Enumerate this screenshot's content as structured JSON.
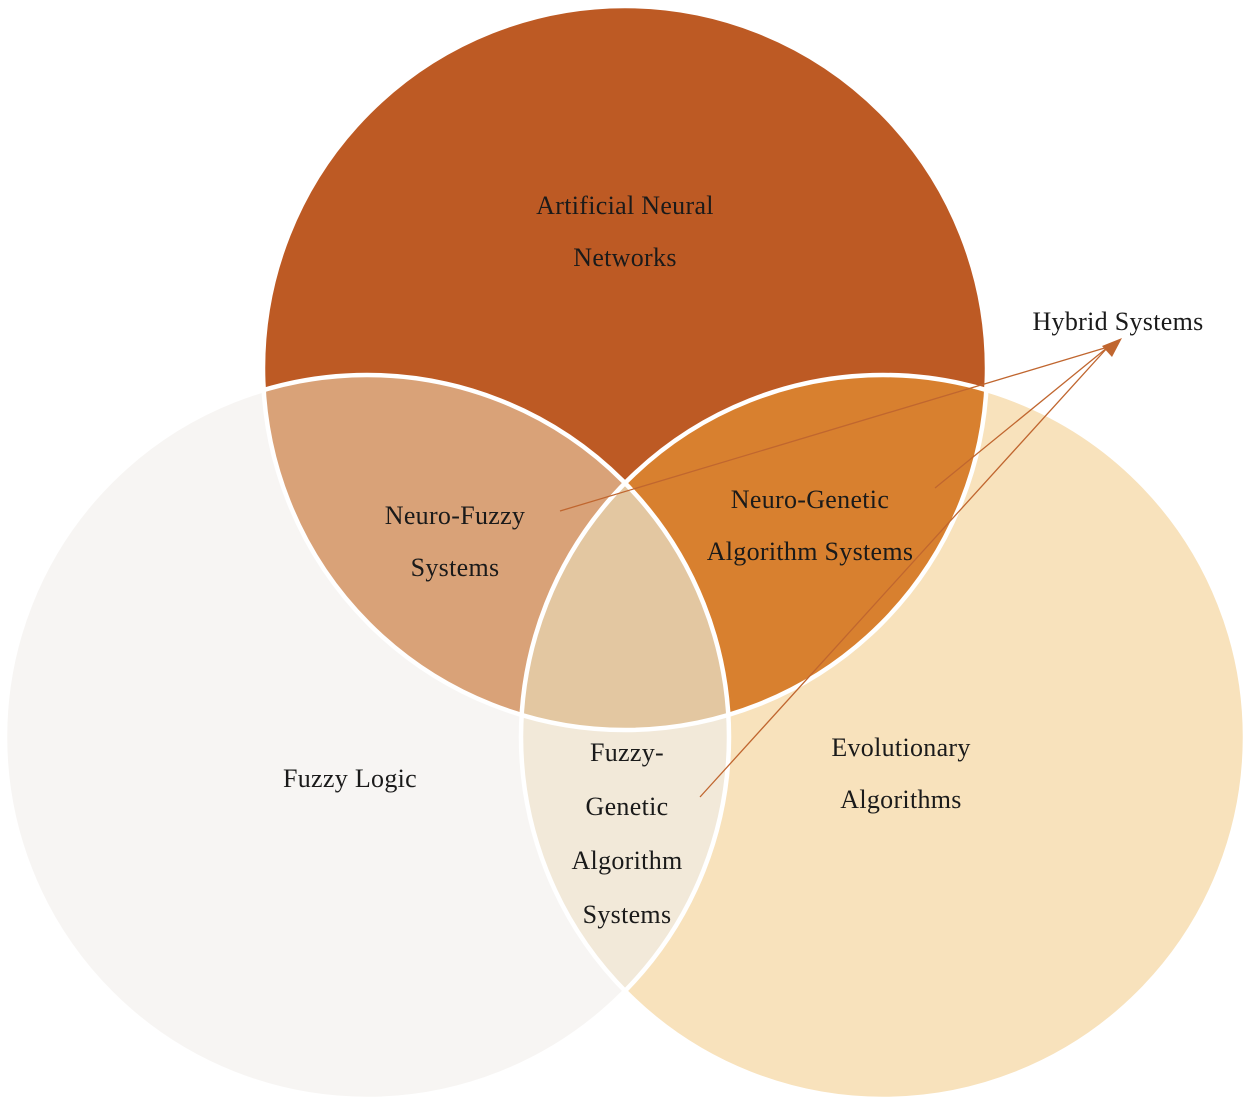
{
  "figure": {
    "background": "#ffffff",
    "circle_border_color": "#ffffff",
    "text_color": "#1a1a1a",
    "sets": {
      "ann": {
        "line1": "Artificial Neural",
        "line2": "Networks",
        "color": "#bd5a24"
      },
      "fuzzy": {
        "line1": "Fuzzy Logic",
        "color": "#f7f5f3"
      },
      "ea": {
        "line1": "Evolutionary",
        "line2": "Algorithms",
        "color": "#f8e2bc"
      }
    },
    "overlaps": {
      "neuro_fuzzy": {
        "line1": "Neuro-Fuzzy",
        "line2": "Systems",
        "color": "#d9a278"
      },
      "neuro_genetic": {
        "line1": "Neuro-Genetic",
        "line2": "Algorithm Systems",
        "color": "#d8802f"
      },
      "fuzzy_genetic": {
        "line1": "Fuzzy-",
        "line2": "Genetic",
        "line3": "Algorithm",
        "line4": "Systems",
        "color": "#f2e9d9"
      },
      "center": {
        "color": "#e3c7a1"
      }
    },
    "annotation": {
      "label": "Hybrid Systems",
      "arrow_color": "#c0662f"
    }
  }
}
